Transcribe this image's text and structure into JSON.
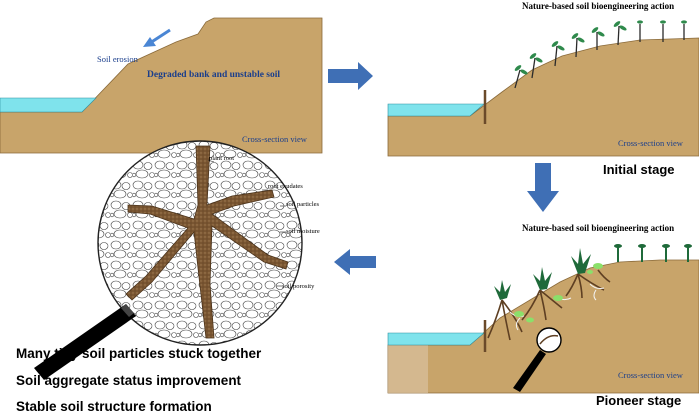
{
  "panel_erosion": {
    "soil_erosion_label": "Soil erosion",
    "degraded_label": "Degraded bank and unstable soil",
    "view_label": "Cross-section view"
  },
  "panel_initial": {
    "action_label": "Nature-based soil bioengineering action",
    "view_label": "Cross-section view",
    "stage_label": "Initial stage"
  },
  "panel_pioneer": {
    "action_label": "Nature-based soil bioengineering action",
    "view_label": "Cross-section view",
    "stage_label": "Pioneer stage"
  },
  "circle_labels": {
    "plant_root": "plant root",
    "root_exudates": "root exudates",
    "soil_particles": "soil particles",
    "soil_moisture": "soil moisture",
    "soil_porosity": "soil porosity"
  },
  "captions": [
    "Many tiny soil particles stuck together",
    "Soil aggregate status improvement",
    "Stable soil structure formation"
  ],
  "colors": {
    "soil": "#c8a46a",
    "soil_edge": "#8a6a3a",
    "water": "#7fe3ec",
    "arrow": "#3f6fb5",
    "root": "#8a6a3f",
    "label_blue": "#1a3e8c"
  }
}
